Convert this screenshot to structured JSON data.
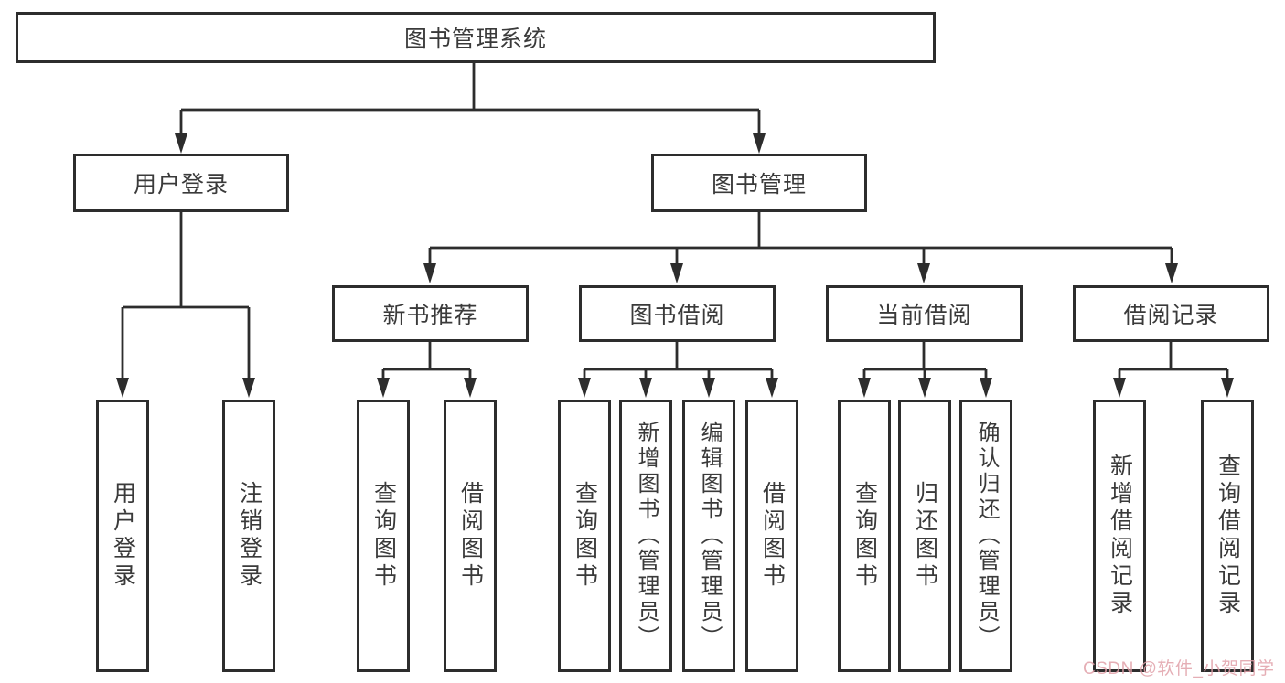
{
  "diagram_title": "图书管理系统",
  "nodes": {
    "root": "图书管理系统",
    "user": {
      "label": "用户登录",
      "children": [
        "用户登录",
        "注销登录"
      ]
    },
    "mgmt": {
      "label": "图书管理",
      "groups": [
        {
          "label": "新书推荐",
          "children": [
            "查询图书",
            "借阅图书"
          ]
        },
        {
          "label": "图书借阅",
          "children": [
            "查询图书",
            "新增图书（管理员）",
            "编辑图书（管理员）",
            "借阅图书"
          ]
        },
        {
          "label": "当前借阅",
          "children": [
            "查询图书",
            "归还图书",
            "确认归还（管理员）"
          ]
        },
        {
          "label": "借阅记录",
          "children": [
            "新增借阅记录",
            "查询借阅记录"
          ]
        }
      ]
    }
  },
  "colors": {
    "line": "#2d2d2d",
    "box_border": "#2d2d2d",
    "text": "#3a3a3a",
    "watermark": "#e0a0a8",
    "background": "#ffffff"
  },
  "watermark": {
    "text": "CSDN @软件_小贺同学"
  }
}
